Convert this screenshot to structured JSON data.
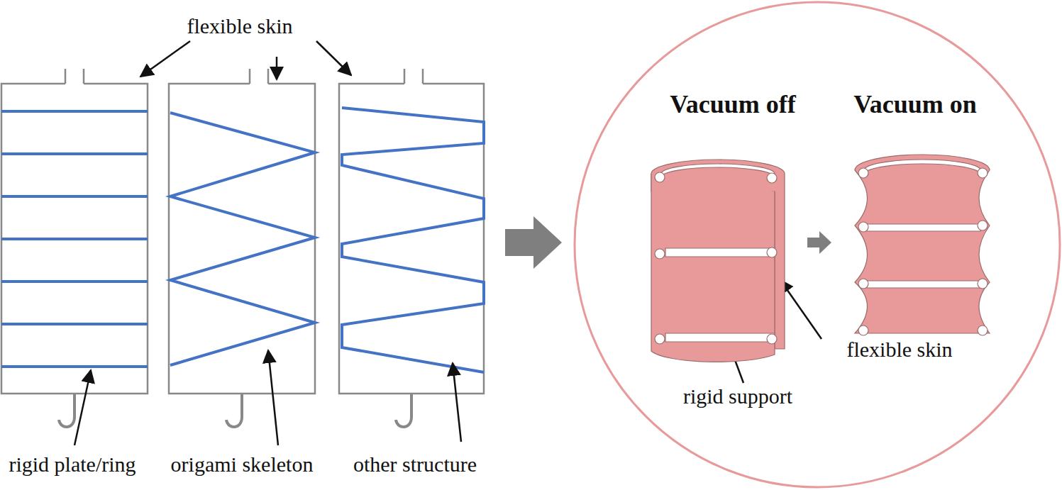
{
  "diagram": {
    "labels": [
      "flexible skin",
      "rigid plate/ring",
      "origami skeleton",
      "other structure",
      "Vacuum off",
      "Vacuum on",
      "flexible skin",
      "rigid support"
    ]
  }
}
